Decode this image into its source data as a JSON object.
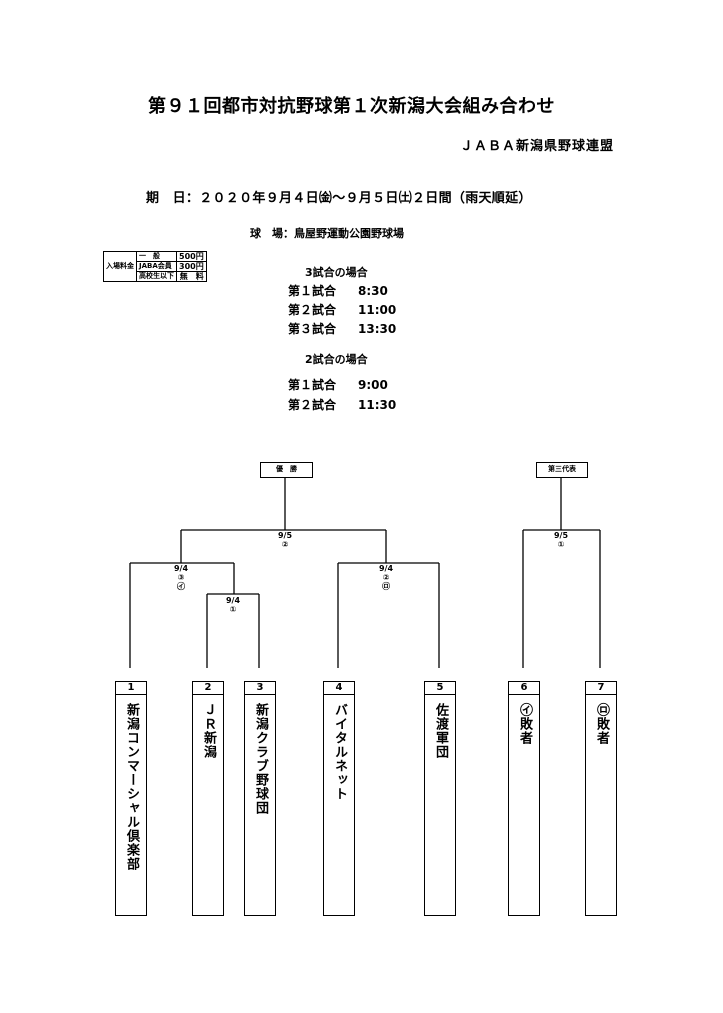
{
  "title": "第９１回都市対抗野球第１次新潟大会組み合わせ",
  "organizer": "ＪＡＢＡ新潟県野球連盟",
  "dates": "期　日：２０２０年９月４日㈮～９月５日㈯２日間（雨天順延）",
  "venue": "球　場：鳥屋野運動公園野球場",
  "fees": {
    "label": "入場料金",
    "rows": [
      {
        "category": "一　般",
        "price": "500円"
      },
      {
        "category": "JABA会員",
        "price": "300円"
      },
      {
        "category": "高校生以下",
        "price": "無　料"
      }
    ]
  },
  "schedules": [
    {
      "heading": "3試合の場合",
      "games": [
        {
          "game": "第１試合",
          "time": "8:30"
        },
        {
          "game": "第２試合",
          "time": "11:00"
        },
        {
          "game": "第３試合",
          "time": "13:30"
        }
      ]
    },
    {
      "heading": "2試合の場合",
      "games": [
        {
          "game": "第１試合",
          "time": "9:00"
        },
        {
          "game": "第２試合",
          "time": "11:30"
        }
      ]
    }
  ],
  "bracket": {
    "champion_label": "優　勝",
    "third_label": "第三代表",
    "final": {
      "date": "9/5",
      "game": "②"
    },
    "semi_left": {
      "date": "9/4",
      "game": "③",
      "mark": "㋑"
    },
    "semi_right": {
      "date": "9/4",
      "game": "②",
      "mark": "㋺"
    },
    "first_round": {
      "date": "9/4",
      "game": "①"
    },
    "third_match": {
      "date": "9/5",
      "game": "①"
    }
  },
  "teams": [
    {
      "num": "1",
      "name": "新潟コンマーシャル倶楽部"
    },
    {
      "num": "2",
      "name": "ＪＲ新潟"
    },
    {
      "num": "3",
      "name": "新潟クラブ野球団"
    },
    {
      "num": "4",
      "name": "バイタルネット"
    },
    {
      "num": "5",
      "name": "佐渡軍団"
    },
    {
      "num": "6",
      "name": "㋑敗者"
    },
    {
      "num": "7",
      "name": "㋺敗者"
    }
  ]
}
